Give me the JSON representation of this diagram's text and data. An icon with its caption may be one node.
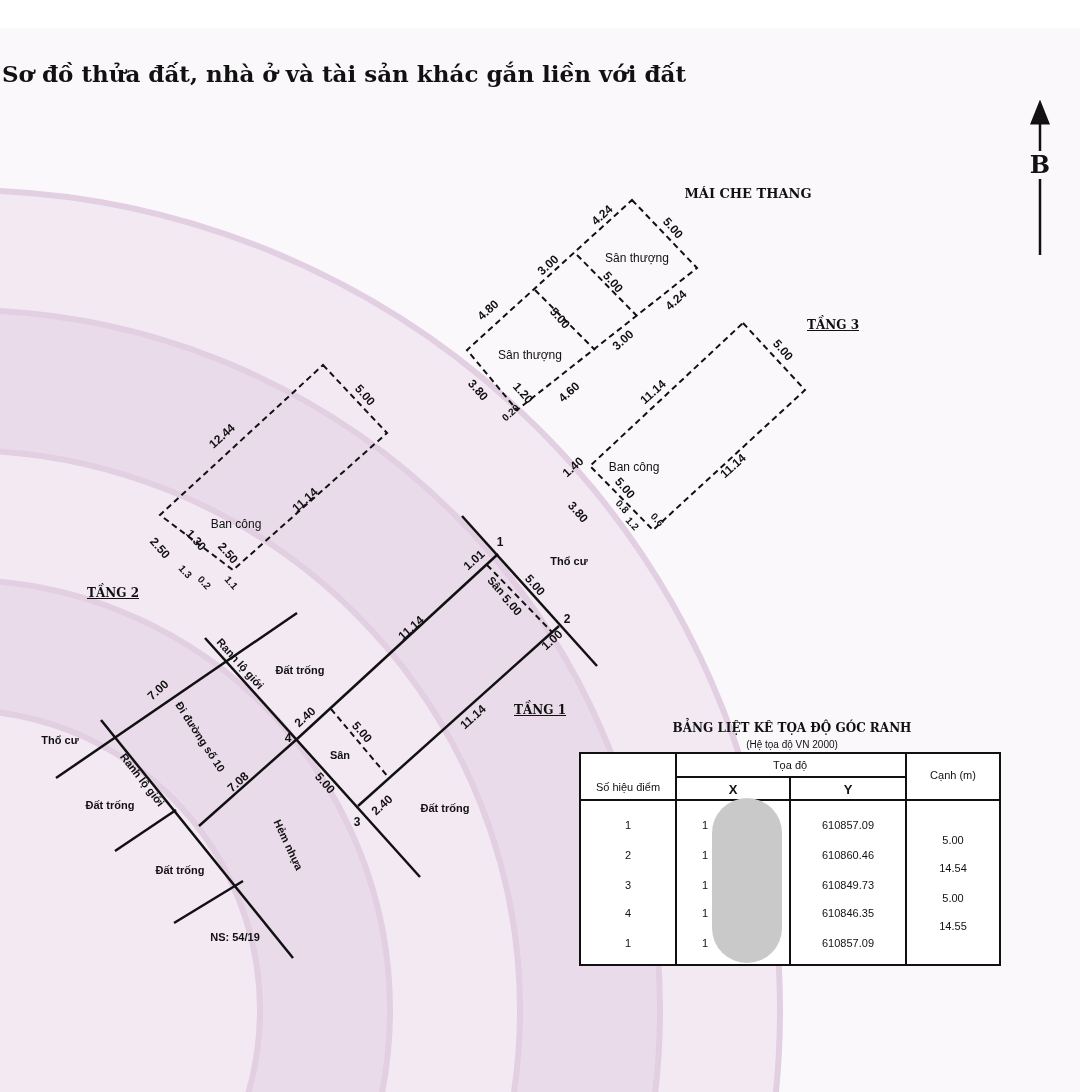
{
  "diagram": {
    "title": "Sơ đồ thửa đất, nhà ở và tài sản khác gắn liền với đất",
    "labels": [
      "MÁI CHE THANG",
      "4.24",
      "5.00",
      "Sân thượng",
      "3.00",
      "5.00",
      "4.24",
      "4.80",
      "5.00",
      "Sân thượng",
      "3.00",
      "TẦNG 3",
      "5.00",
      "3.80",
      "1.20",
      "0.20",
      "4.60",
      "11.14",
      "1.40",
      "Ban công",
      "5.00",
      "11.14",
      "3.80",
      "0.8",
      "1.2",
      "0.6",
      "5.00",
      "12.44",
      "Ban công",
      "11.14",
      "2.50",
      "1.30",
      "2.50",
      "1.3",
      "0.2",
      "1.1",
      "TẦNG 2",
      "1",
      "1.01",
      "Thổ cư",
      "Sân",
      "5.00",
      "5.00",
      "2",
      "1.00",
      "11.14",
      "Ranh lộ giới",
      "Đất trống",
      "7.00",
      "2.40",
      "Đi đường số 10",
      "4",
      "Sân",
      "5.00",
      "11.14",
      "TẦNG 1",
      "Thổ cư",
      "Ranh lộ giới",
      "7.08",
      "5.00",
      "3",
      "2.40",
      "Đất trống",
      "Đất trống",
      "Hẻm nhựa",
      "Đất trống",
      "NS: 54/19",
      "B",
      "BẢNG LIỆT KÊ TỌA ĐỘ GÓC RANH",
      "(Hệ tọa độ VN 2000)",
      "Số hiệu điểm",
      "Tọa độ",
      "Cạnh (m)",
      "X",
      "Y",
      "1",
      "1",
      "610857.09",
      "5.00",
      "2",
      "1",
      "610860.46",
      "14.54",
      "3",
      "1",
      "610849.73",
      "5.00",
      "4",
      "1",
      "610846.35",
      "14.55",
      "1",
      "1",
      "610857.09"
    ]
  }
}
